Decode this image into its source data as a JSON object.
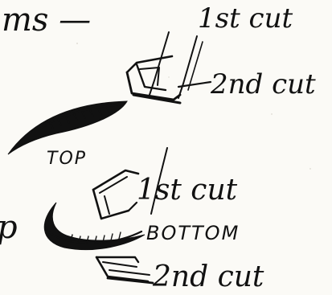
{
  "figure": {
    "fragment_top_left": "ms —",
    "fragment_mid_left": "p",
    "label_top_first_cut": "1st cut",
    "label_top_second_cut": "2nd cut",
    "label_top": "TOP",
    "label_bottom_first_cut": "1st cut",
    "label_bottom": "BOTTOM",
    "label_bottom_second_cut": "2nd cut"
  }
}
